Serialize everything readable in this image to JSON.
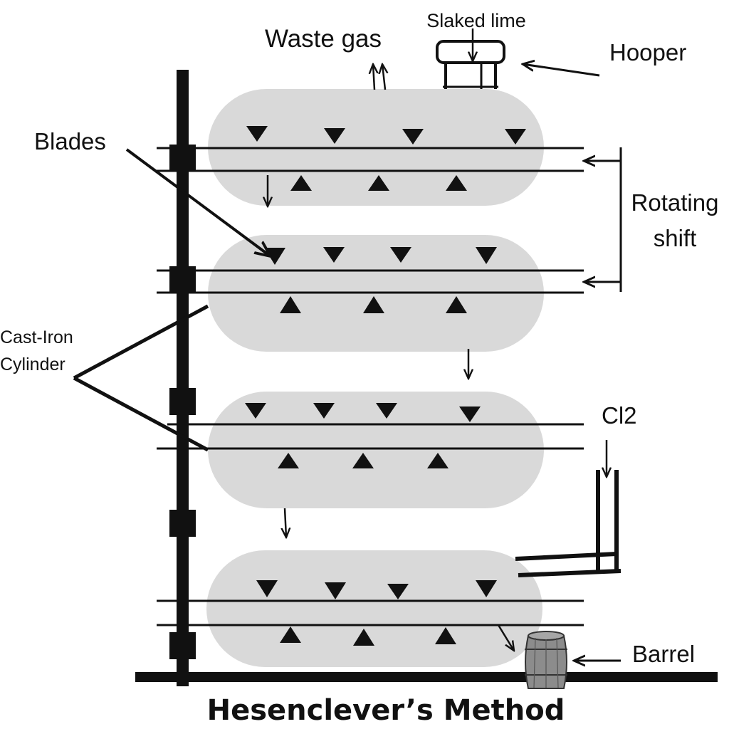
{
  "title": "Hesenclever’s Method",
  "labels": {
    "slaked_lime": "Slaked lime",
    "waste_gas": "Waste gas",
    "hooper": "Hooper",
    "blades": "Blades",
    "rotating_line1": "Rotating",
    "rotating_line2": "shift",
    "cast_iron_line1": "Cast-Iron",
    "cast_iron_line2": "Cylinder",
    "cl2": "Cl2",
    "barrel": "Barrel"
  },
  "colors": {
    "cylinder_fill": "#d9d9d9",
    "line": "#111111",
    "barrel_wood": "#8c8c8c"
  }
}
